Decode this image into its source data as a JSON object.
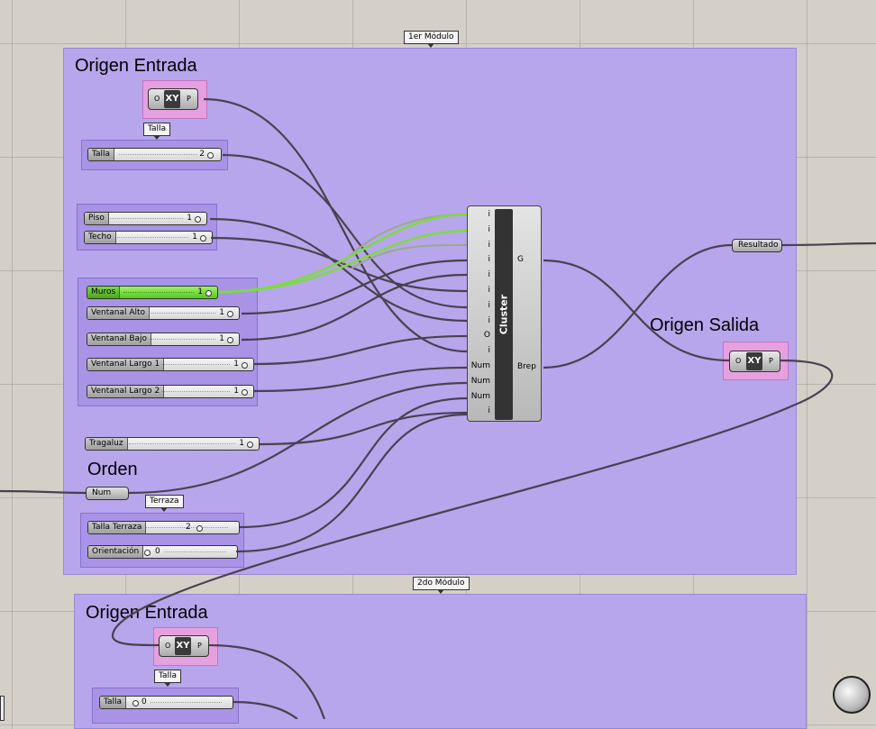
{
  "groups": {
    "module1": {
      "tag": "1er Módulo",
      "origin_in_title": "Origen Entrada",
      "order_title": "Orden",
      "origin_out_title": "Origen Salida",
      "talla_tag": "Talla",
      "terraza_tag": "Terraza"
    },
    "module2": {
      "tag": "2do Módulo",
      "origin_in_title": "Origen Entrada",
      "talla_tag": "Talla"
    }
  },
  "sliders": {
    "talla": {
      "label": "Talla",
      "value": "2"
    },
    "piso": {
      "label": "Piso",
      "value": "1"
    },
    "techo": {
      "label": "Techo",
      "value": "1"
    },
    "muros": {
      "label": "Muros",
      "value": "1"
    },
    "ventanal_alto": {
      "label": "Ventanal Alto",
      "value": "1"
    },
    "ventanal_bajo": {
      "label": "Ventanal Bajo",
      "value": "1"
    },
    "ventanal_largo_1": {
      "label": "Ventanal Largo 1",
      "value": "1"
    },
    "ventanal_largo_2": {
      "label": "Ventanal Largo 2",
      "value": "1"
    },
    "tragaluz": {
      "label": "Tragaluz",
      "value": "1"
    },
    "talla_terraza": {
      "label": "Talla Terraza",
      "value": "2"
    },
    "orientacion": {
      "label": "Orientación",
      "value": "0"
    },
    "talla2": {
      "label": "Talla",
      "value": "0"
    }
  },
  "xy_plane": {
    "input": "O",
    "core": "XY",
    "output": "P"
  },
  "num_param": {
    "label": "Num"
  },
  "resultado_param": {
    "label": "Resultado"
  },
  "cluster": {
    "name": "Cluster",
    "inputs": [
      "i",
      "i",
      "i",
      "i",
      "i",
      "i",
      "i",
      "i",
      "O",
      "i",
      "Num",
      "Num",
      "Num",
      "i"
    ],
    "outputs": [
      "G",
      "Brep"
    ]
  },
  "colors": {
    "canvas": "#d4d0c8",
    "group_fill": "#b7a6eb",
    "pink_group": "#e6a0e0",
    "active_slider": "#58c81f",
    "wire": "#4a4150"
  }
}
